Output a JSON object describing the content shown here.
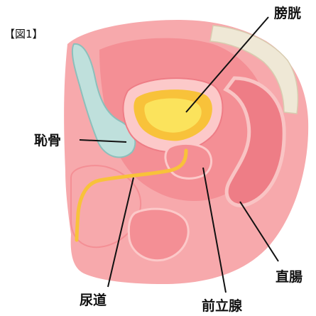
{
  "figure_label": "【図1】",
  "labels": {
    "bladder": "膀胱",
    "pubic_bone": "恥骨",
    "rectum": "直腸",
    "urethra": "尿道",
    "prostate": "前立腺"
  },
  "colors": {
    "body_outer": "#f7a9ac",
    "body_inner": "#f48f95",
    "tissue_light": "#fcc9c9",
    "organ_dark": "#ee7d86",
    "bone": "#bfe0dc",
    "bone_outline": "#8cbfbb",
    "spine": "#efe8d6",
    "urine_outer": "#f8c23a",
    "urine_inner": "#fbe35c",
    "leader_line": "#111111"
  }
}
